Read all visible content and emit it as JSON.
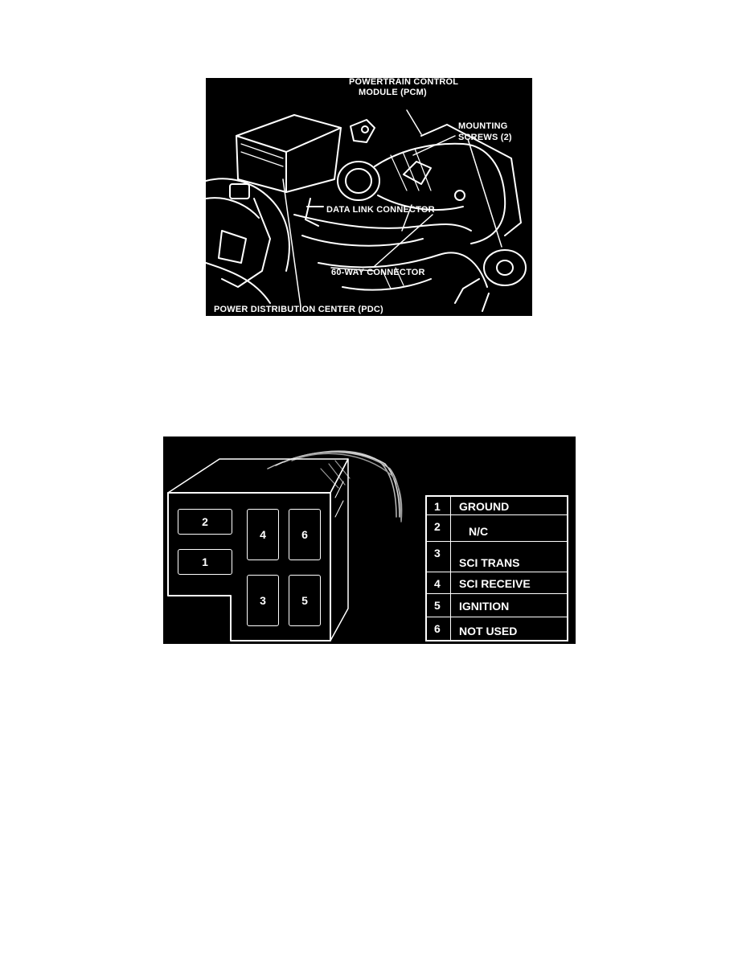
{
  "figure1": {
    "labels": {
      "pcm_line1": "POWERTRAIN CONTROL",
      "pcm_line2": "MODULE (PCM)",
      "screws_line1": "MOUNTING",
      "screws_line2": "SCREWS (2)",
      "data_link": "DATA LINK CONNECTOR",
      "sixty_way": "60-WAY CONNECTOR",
      "pdc": "POWER DISTRIBUTION CENTER (PDC)"
    }
  },
  "figure2": {
    "pins": [
      "2",
      "1",
      "4",
      "6",
      "3",
      "5"
    ],
    "legend": [
      {
        "num": "1",
        "text": "GROUND"
      },
      {
        "num": "2",
        "text": "N/C"
      },
      {
        "num": "3",
        "text": "SCI TRANS"
      },
      {
        "num": "4",
        "text": "SCI RECEIVE"
      },
      {
        "num": "5",
        "text": "IGNITION"
      },
      {
        "num": "6",
        "text": "NOT USED"
      }
    ]
  }
}
